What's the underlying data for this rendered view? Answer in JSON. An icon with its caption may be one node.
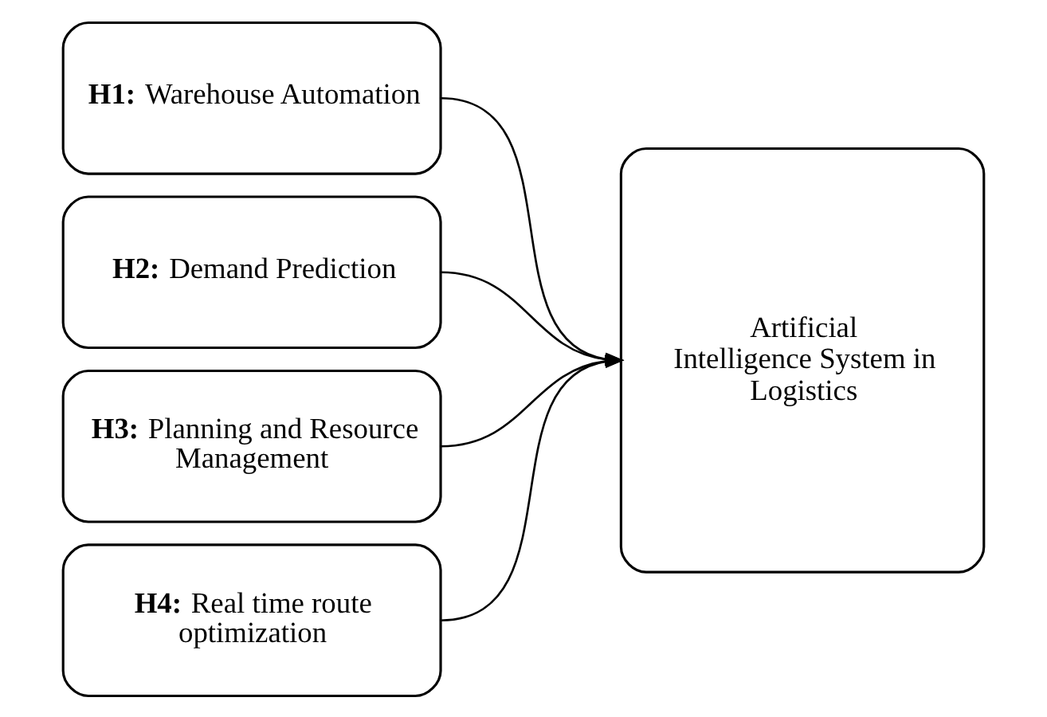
{
  "diagram": {
    "nodes": [
      {
        "text": [
          "**H1:** Warehouse Automation"
        ]
      },
      {
        "text": [
          "**H2:** Demand Prediction"
        ]
      },
      {
        "text": [
          "**H3:** Planning and Resource Management"
        ]
      },
      {
        "text": [
          "**H4:** Real time route optimization"
        ]
      },
      {
        "text": [
          "Artificial Intelligence System in Logistics"
        ]
      }
    ],
    "edges": [
      {
        "from": 0,
        "to": 4,
        "arrow": "to"
      },
      {
        "from": 1,
        "to": 4,
        "arrow": "to"
      },
      {
        "from": 2,
        "to": 4,
        "arrow": "to"
      },
      {
        "from": 3,
        "to": 4,
        "arrow": "to"
      }
    ]
  }
}
